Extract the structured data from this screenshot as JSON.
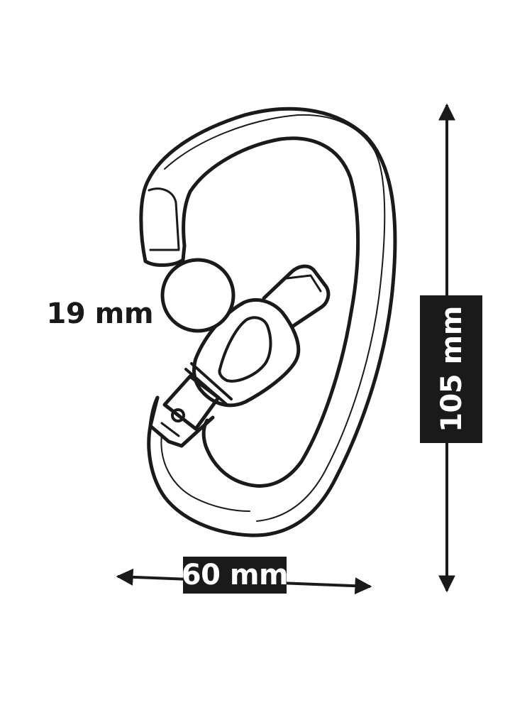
{
  "dimensions": {
    "gate_opening": "19 mm",
    "width": "60 mm",
    "height": "105 mm"
  },
  "colors": {
    "ink": "#1a1a1a",
    "label_background": "#1a1a1a",
    "label_text": "#ffffff",
    "background": "#ffffff"
  }
}
